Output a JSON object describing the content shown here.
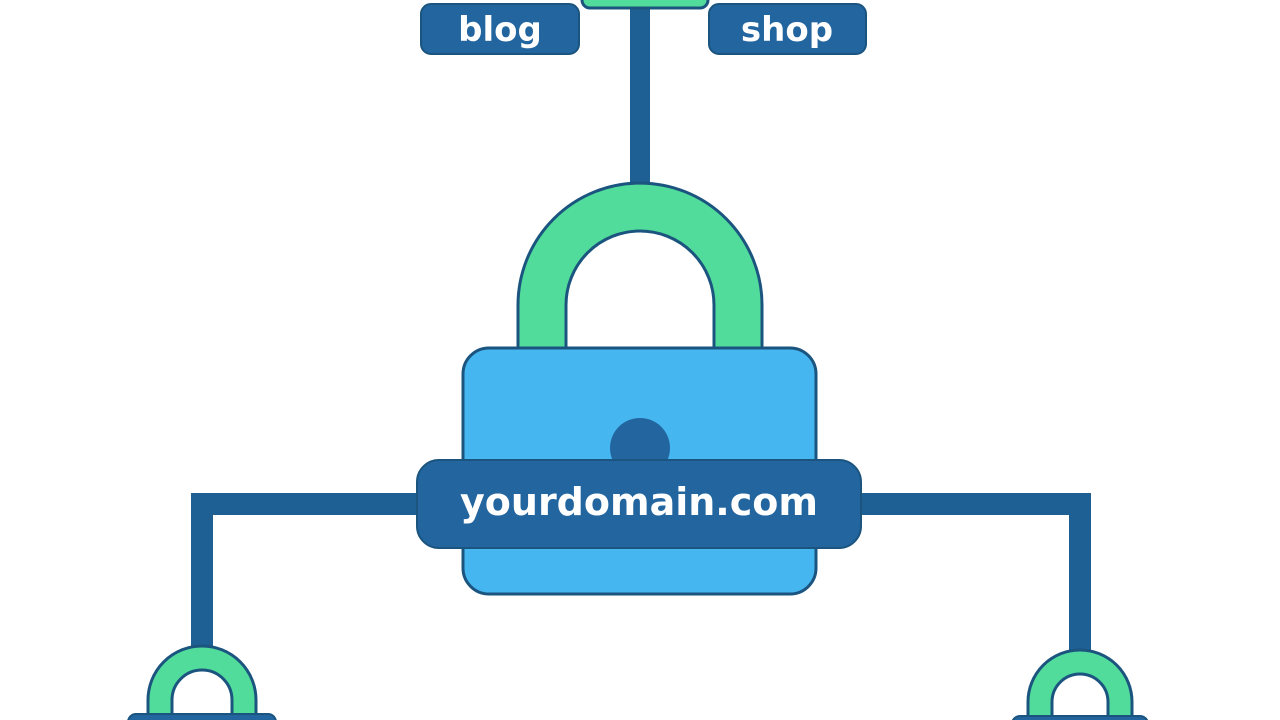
{
  "domain_label": "yourdomain.com",
  "subdomains": [
    {
      "label": "blog"
    },
    {
      "label": "shop"
    }
  ],
  "colors": {
    "background": "#ffffff",
    "line": "#1e5f94",
    "label_fill": "#22659f",
    "lock_body": "#45b6f0",
    "shackle": "#52dc9c",
    "outline": "#1b557f"
  },
  "icons": [
    "padlock-icon",
    "small-padlock-icon",
    "small-padlock-icon"
  ]
}
